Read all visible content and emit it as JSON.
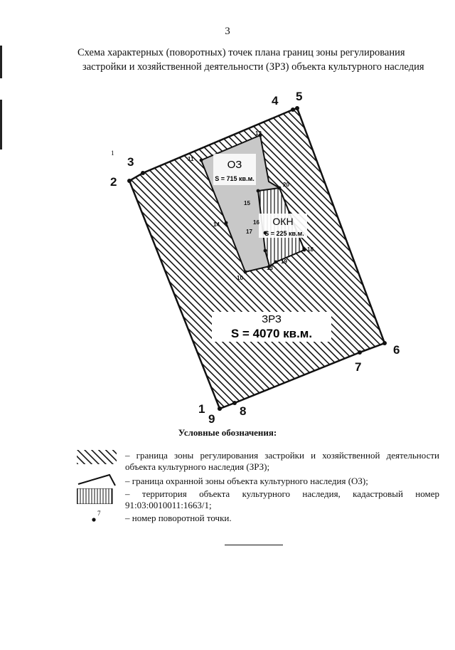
{
  "page_number": "3",
  "title": {
    "line1": "Схема характерных (поворотных) точек плана границ зоны регулирования",
    "line2": "застройки и хозяйственной деятельности (ЗРЗ) объекта культурного наследия"
  },
  "diagram": {
    "zone_zrz": {
      "label": "ЗРЗ",
      "area": "S = 4070 кв.м."
    },
    "zone_oz": {
      "label": "ОЗ",
      "area": "S = 715 кв.м."
    },
    "zone_okn": {
      "label": "ОКН",
      "area": "S = 225 кв.м."
    },
    "points": [
      {
        "label": "1",
        "size": "large"
      },
      {
        "label": "2",
        "size": "large"
      },
      {
        "label": "3",
        "size": "large"
      },
      {
        "label": "4",
        "size": "large"
      },
      {
        "label": "5",
        "size": "large"
      },
      {
        "label": "6",
        "size": "large"
      },
      {
        "label": "7",
        "size": "large"
      },
      {
        "label": "8",
        "size": "large"
      },
      {
        "label": "9",
        "size": "large"
      },
      {
        "label": "10",
        "size": "small"
      },
      {
        "label": "11",
        "size": "small"
      },
      {
        "label": "12",
        "size": "small"
      },
      {
        "label": "13",
        "size": "small"
      },
      {
        "label": "14",
        "size": "small"
      },
      {
        "label": "15",
        "size": "small"
      },
      {
        "label": "16",
        "size": "small"
      },
      {
        "label": "17",
        "size": "small"
      },
      {
        "label": "18",
        "size": "small"
      },
      {
        "label": "19",
        "size": "small"
      },
      {
        "label": "20",
        "size": "small"
      }
    ],
    "stray_mark": "1"
  },
  "legend": {
    "heading": "Условные обозначения:",
    "items": [
      {
        "line1": "– граница зоны регулирования застройки и хозяйственной деятельности",
        "line2": "объекта культурного наследия (ЗРЗ);"
      },
      {
        "line1": "– граница охранной зоны объекта культурного наследия (ОЗ);",
        "line2": ""
      },
      {
        "line1": "– территория объекта культурного наследия, кадастровый номер",
        "line2": "91:03:0010011:1663/1;"
      },
      {
        "line1": "– номер поворотной точки.",
        "line2": "",
        "sample": "7"
      }
    ]
  },
  "colors": {
    "ink": "#111111",
    "oz_fill": "#c8c8c8",
    "paper": "#ffffff"
  }
}
